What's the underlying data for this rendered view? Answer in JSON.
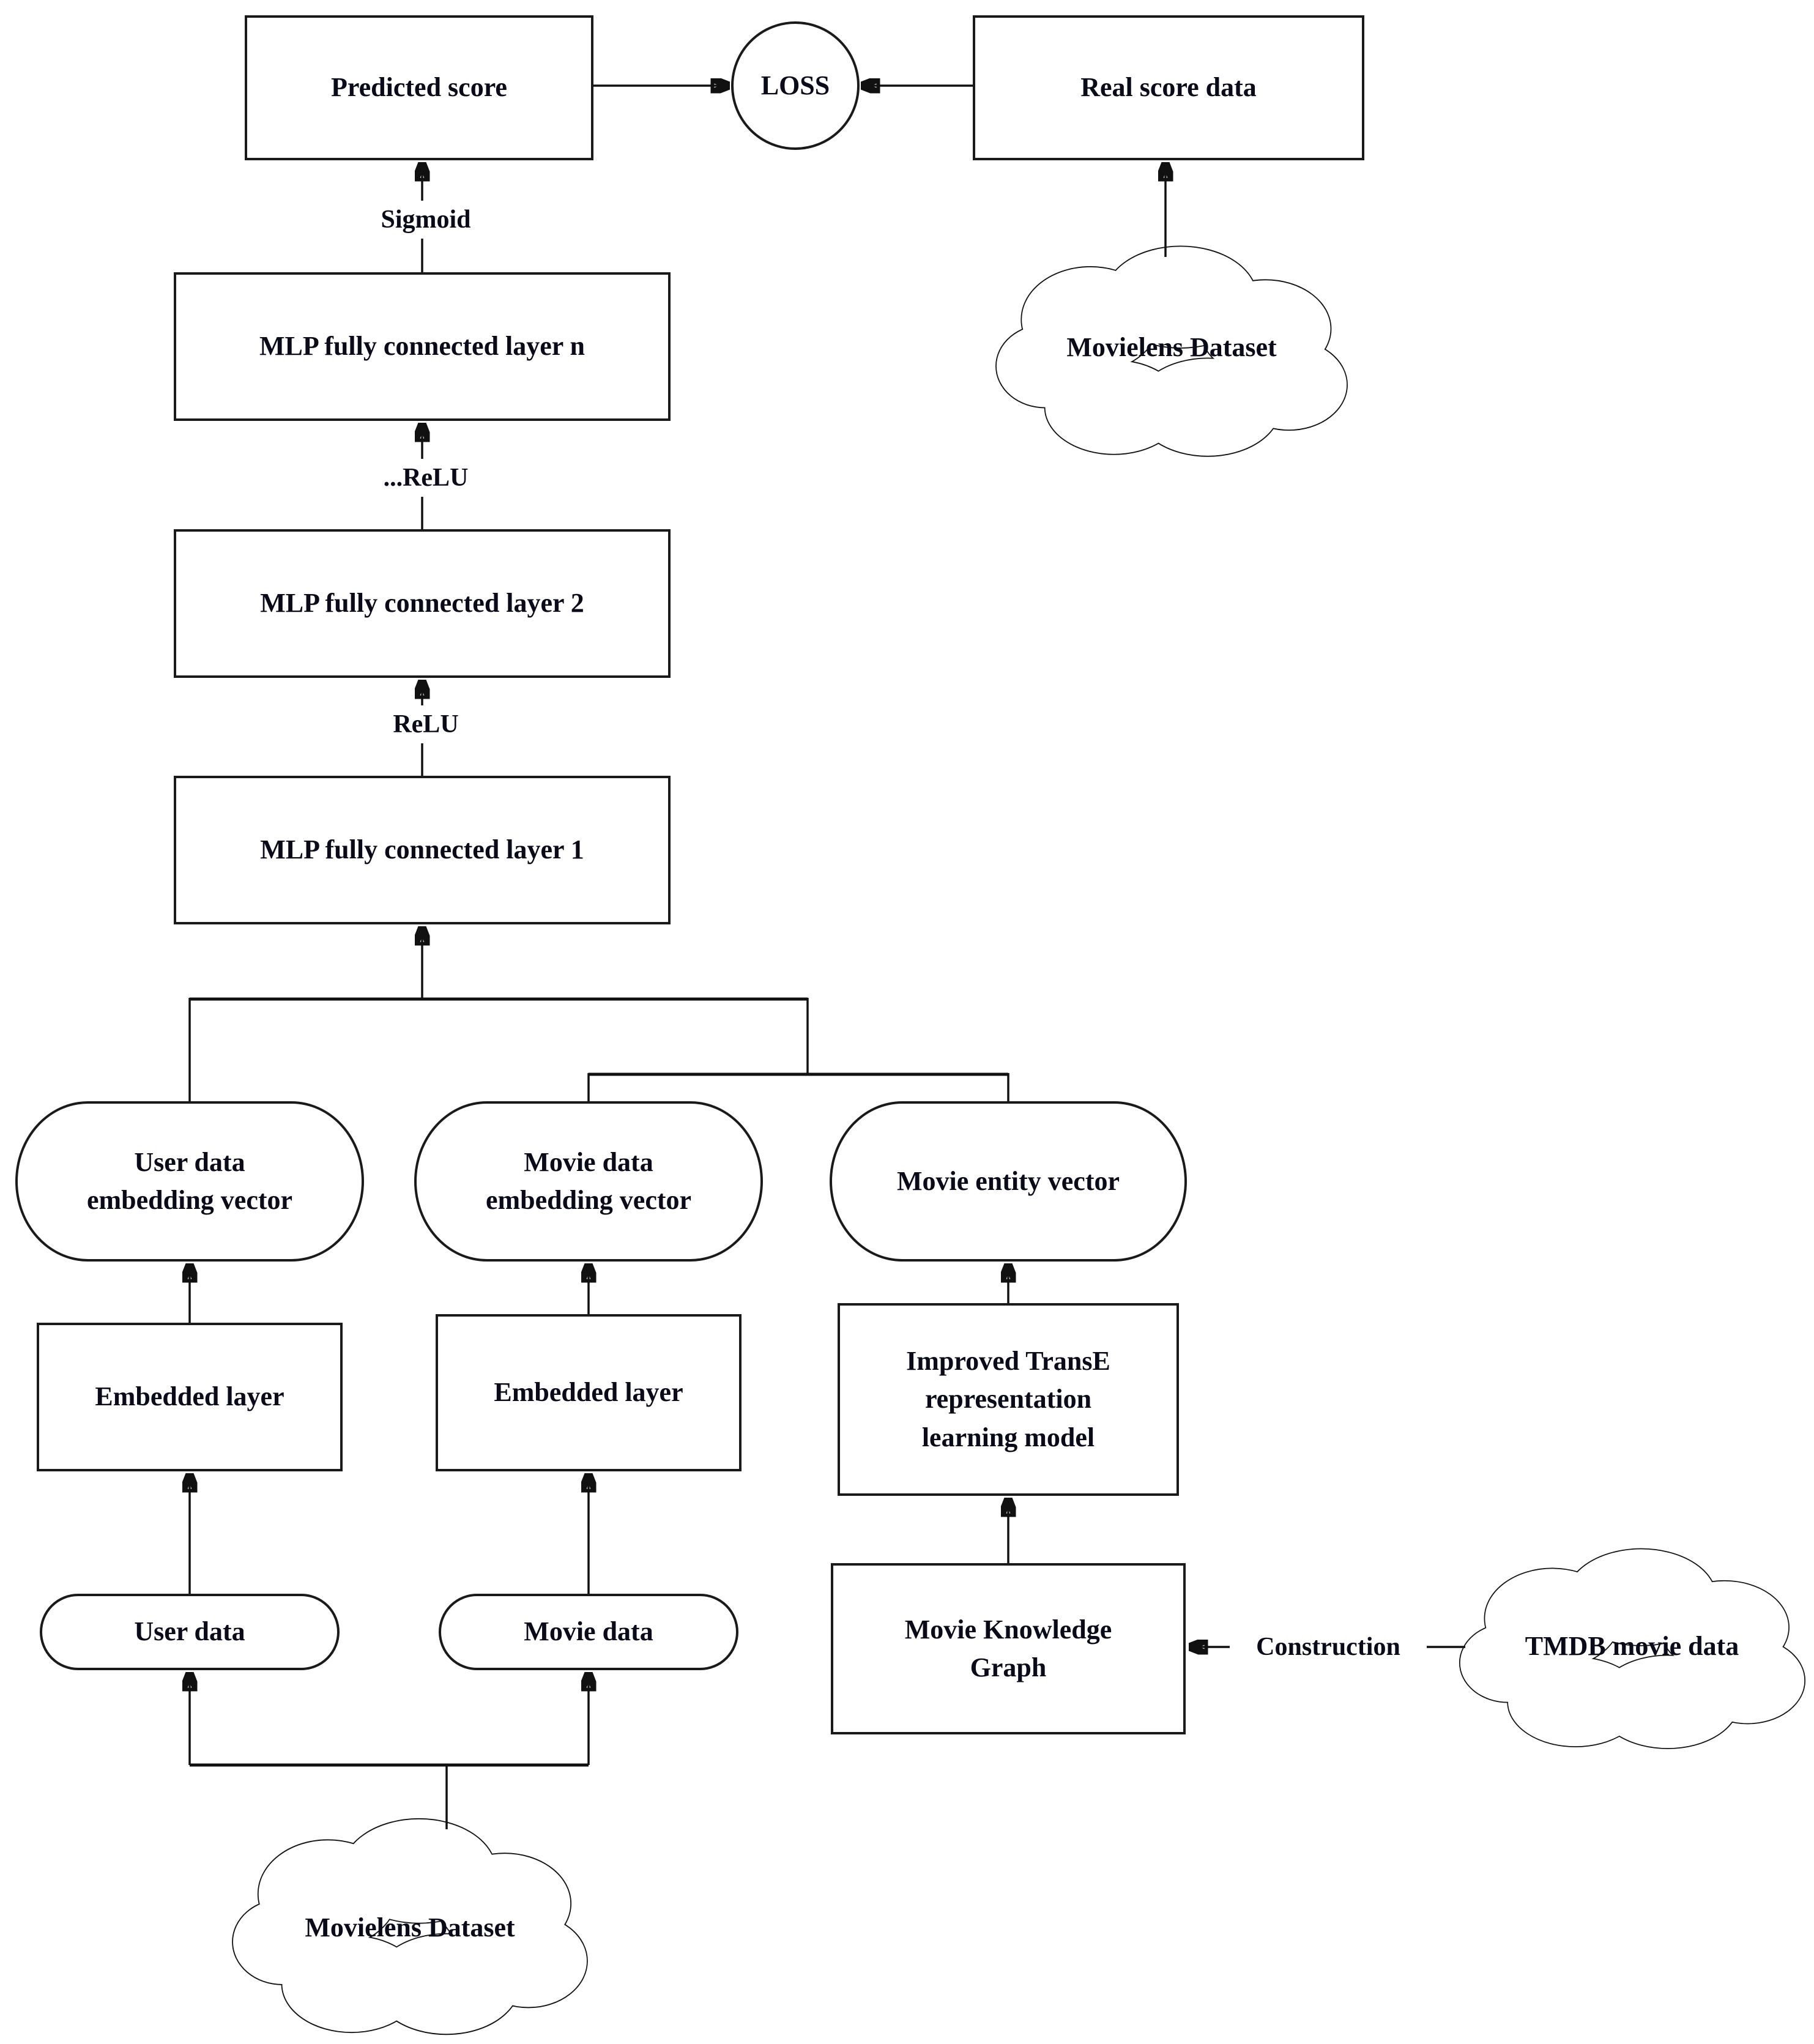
{
  "diagram": {
    "nodes": {
      "predicted_score": {
        "label": "Predicted score"
      },
      "loss": {
        "label": "LOSS"
      },
      "real_score": {
        "label": "Real score data"
      },
      "mlp_n": {
        "label": "MLP fully connected layer n"
      },
      "mlp_2": {
        "label": "MLP fully connected layer 2"
      },
      "mlp_1": {
        "label": "MLP fully connected layer 1"
      },
      "user_emb": {
        "label": "User data embedding vector"
      },
      "movie_emb": {
        "label": "Movie data embedding vector"
      },
      "movie_entity": {
        "label": "Movie entity vector"
      },
      "embedded_user": {
        "label": "Embedded layer"
      },
      "embedded_movie": {
        "label": "Embedded layer"
      },
      "transe": {
        "label": "Improved TransE representation learning model"
      },
      "user_data": {
        "label": "User data"
      },
      "movie_data": {
        "label": "Movie data"
      },
      "mkg": {
        "label": "Movie Knowledge Graph"
      },
      "movielens_top": {
        "label": "Movielens Dataset"
      },
      "movielens_bottom": {
        "label": "Movielens Dataset"
      },
      "tmdb": {
        "label": "TMDB movie data"
      }
    },
    "edge_labels": {
      "sigmoid": "Sigmoid",
      "relu_more": "...ReLU",
      "relu": "ReLU",
      "construction": "Construction"
    },
    "colors": {
      "stroke": "#111111",
      "text": "#0a0a18",
      "background": "#ffffff"
    }
  }
}
